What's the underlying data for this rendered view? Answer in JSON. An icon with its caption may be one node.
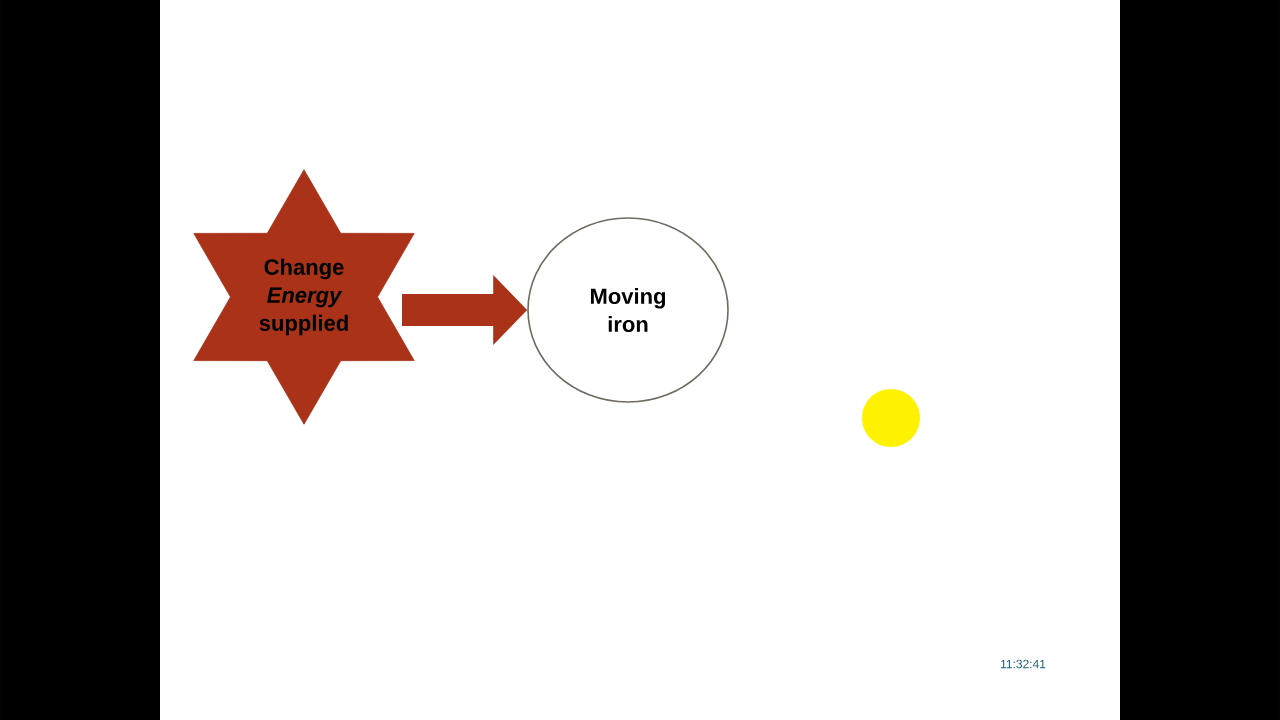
{
  "diagram": {
    "nodes": [
      {
        "text": [
          "Change *Energy* supplied"
        ]
      },
      {
        "text": [
          "Moving iron"
        ]
      }
    ],
    "edges": [
      {
        "from": 0,
        "to": 1,
        "arrow": "to"
      }
    ],
    "labels": [
      "11:32:41"
    ]
  }
}
